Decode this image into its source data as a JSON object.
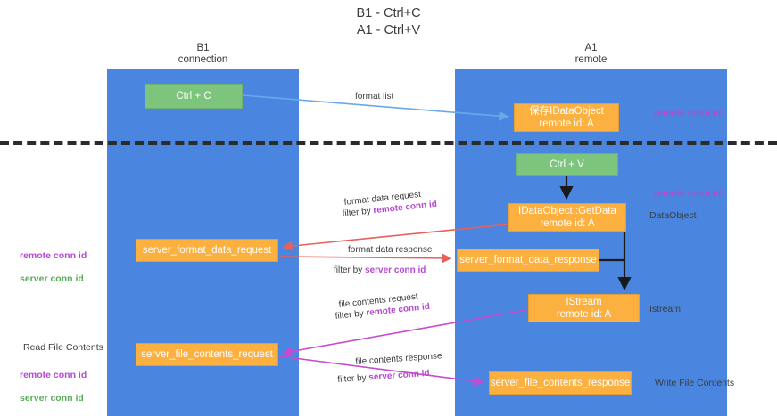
{
  "title": "B1 - Ctrl+C\nA1 - Ctrl+V",
  "lanes": [
    {
      "name": "b1",
      "header": "B1\nconnection",
      "color": "#4a86e0"
    },
    {
      "name": "a1",
      "header": "A1\nremote",
      "color": "#4a86e0"
    }
  ],
  "colors": {
    "lane": "#4a86e0",
    "green_node": "#7dc47d",
    "orange_node": "#fbb040",
    "purple_text": "#b44ad0",
    "green_text": "#5aab5a",
    "divider": "#2b2b2b",
    "arrow_blue": "#6aa8e8",
    "arrow_red": "#e8605a",
    "arrow_magenta": "#c84ad0",
    "arrow_black": "#1a1a1a"
  },
  "nodes": {
    "ctrl_c": {
      "line1": "Ctrl + C",
      "line2": ""
    },
    "idataobject": {
      "line1": "保存IDataObject",
      "line2": "remote id: A"
    },
    "ctrl_v": {
      "line1": "Ctrl + V",
      "line2": ""
    },
    "getdata": {
      "line1": "IDataObject::GetData",
      "line2": "remote id: A"
    },
    "server_format_data_request": {
      "line1": "server_format_data_request",
      "line2": ""
    },
    "server_format_data_response": {
      "line1": "server_format_data_response",
      "line2": ""
    },
    "istream": {
      "line1": "IStream",
      "line2": "remote id: A"
    },
    "server_file_contents_request": {
      "line1": "server_file_contents_request",
      "line2": ""
    },
    "server_file_contents_response": {
      "line1": "server_file_contents_response",
      "line2": ""
    }
  },
  "edge_labels": {
    "format_list": "format list",
    "format_data_request": "format data request",
    "format_data_request_filter_prefix": "filter by ",
    "format_data_request_filter_key": "remote conn id",
    "format_data_response": "format data response",
    "format_data_response_filter_prefix": "filter by ",
    "format_data_response_filter_key": "server conn id",
    "file_contents_request": "file contents request",
    "file_contents_request_filter_prefix": "filter by ",
    "file_contents_request_filter_key": "remote conn id",
    "file_contents_response": "file contents response",
    "file_contents_response_filter_prefix": "filter by ",
    "file_contents_response_filter_key": "server conn id"
  },
  "annotations": {
    "right_remote_conn_id_top": "remote conn id",
    "right_remote_conn_id_mid": "remote conn id",
    "right_dataobject": "DataObject",
    "right_istream": "Istream",
    "right_write_file_contents": "Write File Contents",
    "left_remote_conn_id_1": "remote conn id",
    "left_server_conn_id_1": "server conn id",
    "left_read_file_contents": "Read File Contents",
    "left_remote_conn_id_2": "remote conn id",
    "left_server_conn_id_2": "server conn id"
  }
}
